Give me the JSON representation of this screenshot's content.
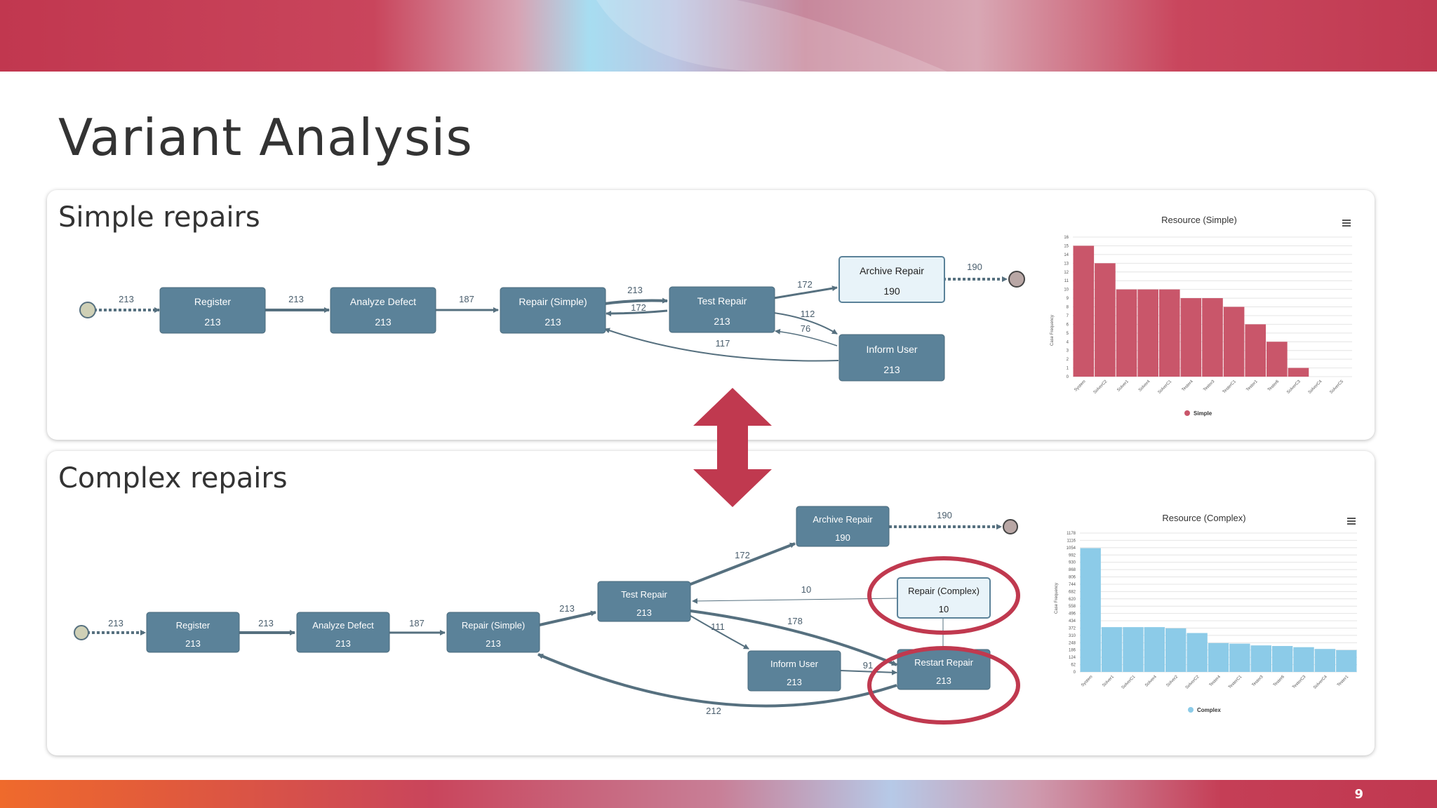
{
  "slide": {
    "title": "Variant Analysis",
    "page_number": "9"
  },
  "colors": {
    "node_fill": "#5b8299",
    "node_light_fill": "#e8f3f9",
    "edge": "#56707f",
    "accent": "#c0394f",
    "simple_bar": "#c9566a",
    "complex_bar": "#8ccbe8"
  },
  "simple": {
    "title": "Simple repairs",
    "nodes": {
      "register": {
        "label": "Register",
        "count": "213"
      },
      "analyze": {
        "label": "Analyze Defect",
        "count": "213"
      },
      "repair": {
        "label": "Repair (Simple)",
        "count": "213"
      },
      "test": {
        "label": "Test Repair",
        "count": "213"
      },
      "archive": {
        "label": "Archive Repair",
        "count": "190"
      },
      "inform": {
        "label": "Inform User",
        "count": "213"
      }
    },
    "edges": {
      "start_register": "213",
      "register_analyze": "213",
      "analyze_repair": "187",
      "repair_test": "213",
      "test_repair": "172",
      "test_archive": "172",
      "test_inform": "112",
      "inform_test": "76",
      "inform_repair": "117",
      "archive_end": "190"
    }
  },
  "complex": {
    "title": "Complex repairs",
    "nodes": {
      "register": {
        "label": "Register",
        "count": "213"
      },
      "analyze": {
        "label": "Analyze Defect",
        "count": "213"
      },
      "repair": {
        "label": "Repair (Simple)",
        "count": "213"
      },
      "test": {
        "label": "Test Repair",
        "count": "213"
      },
      "archive": {
        "label": "Archive Repair",
        "count": "190"
      },
      "repair_complex": {
        "label": "Repair (Complex)",
        "count": "10"
      },
      "inform": {
        "label": "Inform User",
        "count": "213"
      },
      "restart": {
        "label": "Restart Repair",
        "count": "213"
      }
    },
    "edges": {
      "start_register": "213",
      "register_analyze": "213",
      "analyze_repair": "187",
      "repair_test": "213",
      "test_archive": "172",
      "complex_test": "10",
      "test_inform": "111",
      "test_restart": "178",
      "inform_restart": "91",
      "restart_repair": "212",
      "archive_end": "190"
    }
  },
  "chart_data": [
    {
      "type": "bar",
      "title": "Resource (Simple)",
      "ylabel": "Case Frequency",
      "legend": "Simple",
      "legend_position": "bottom",
      "color": "#c9566a",
      "ylim": [
        0,
        16
      ],
      "yticks": [
        "0",
        "1",
        "2",
        "3",
        "4",
        "5",
        "6",
        "7",
        "8",
        "9",
        "10",
        "11",
        "12",
        "13",
        "14",
        "15",
        "16"
      ],
      "categories": [
        "System",
        "SolverC2",
        "Solver1",
        "Solver4",
        "SolverC1",
        "Tester4",
        "Tester3",
        "TesterC1",
        "Tester1",
        "Tester6",
        "SolverC3",
        "SolverC4",
        "SolverC5"
      ],
      "values": [
        15,
        13,
        10,
        10,
        10,
        9,
        9,
        8,
        6,
        4,
        1,
        0,
        0
      ]
    },
    {
      "type": "bar",
      "title": "Resource (Complex)",
      "ylabel": "Case Frequency",
      "legend": "Complex",
      "legend_position": "bottom",
      "color": "#8ccbe8",
      "ylim": [
        0,
        1178
      ],
      "yticks": [
        "0",
        "62",
        "124",
        "186",
        "248",
        "310",
        "372",
        "434",
        "496",
        "558",
        "620",
        "682",
        "744",
        "806",
        "868",
        "930",
        "992",
        "1054",
        "1116",
        "1178"
      ],
      "categories": [
        "System",
        "Solver1",
        "SolverC1",
        "Solver4",
        "Solver2",
        "SolverC2",
        "Tester4",
        "TesterC1",
        "Tester3",
        "Tester6",
        "TesterC3",
        "SolverC4",
        "Tester1"
      ],
      "values": [
        1050,
        380,
        380,
        380,
        370,
        330,
        245,
        240,
        225,
        220,
        210,
        195,
        185
      ]
    }
  ]
}
